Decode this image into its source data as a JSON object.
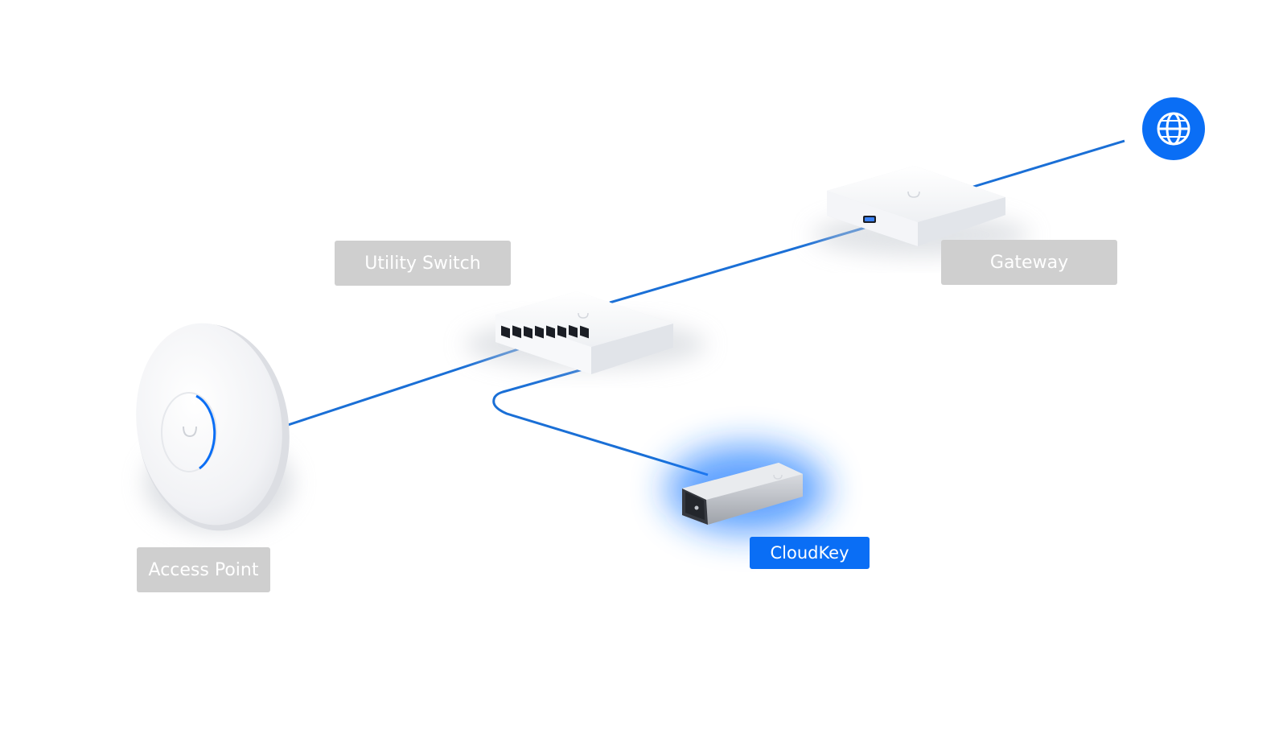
{
  "diagram": {
    "nodes": {
      "internet": {
        "icon": "globe-icon"
      },
      "gateway": {
        "label": "Gateway",
        "icon": "gateway-device-icon"
      },
      "switch": {
        "label": "Utility Switch",
        "icon": "switch-device-icon"
      },
      "access_point": {
        "label": "Access Point",
        "icon": "access-point-device-icon"
      },
      "cloudkey": {
        "label": "CloudKey",
        "icon": "cloudkey-device-icon",
        "highlighted": true
      }
    },
    "links": [
      {
        "from": "internet",
        "to": "gateway"
      },
      {
        "from": "gateway",
        "to": "switch"
      },
      {
        "from": "switch",
        "to": "access_point"
      },
      {
        "from": "switch",
        "to": "cloudkey"
      }
    ]
  },
  "colors": {
    "link": "#1a6fd6",
    "accent": "#0a6ef5",
    "label_grey": "#cfcfcf",
    "device_white": "#f5f6f8",
    "cloudkey_glow": "#1f7bff"
  }
}
